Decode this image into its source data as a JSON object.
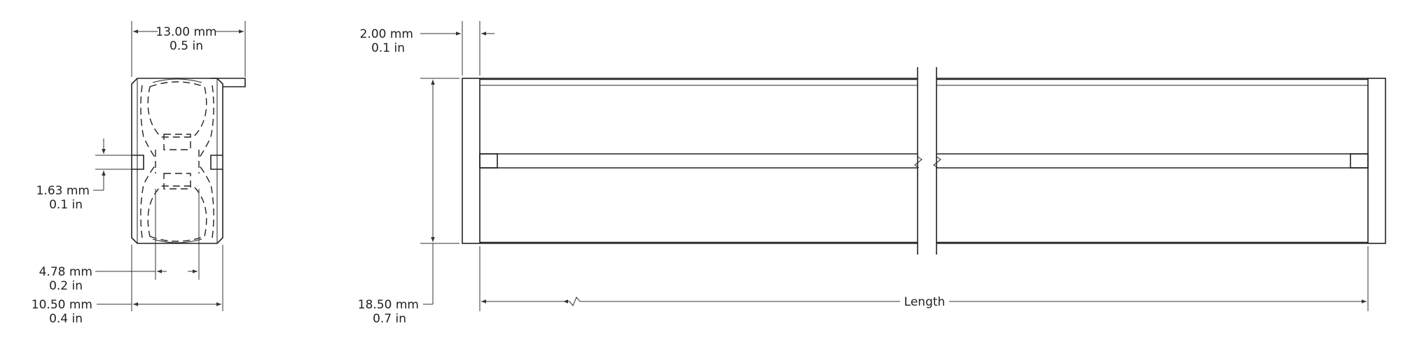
{
  "dimensions": {
    "width_top": {
      "mm": "13.00 mm",
      "in": "0.5 in"
    },
    "wall": {
      "mm": "2.00 mm",
      "in": "0.1 in"
    },
    "slot": {
      "mm": "1.63 mm",
      "in": "0.1 in"
    },
    "inner_gap": {
      "mm": "4.78 mm",
      "in": "0.2 in"
    },
    "width_bottom": {
      "mm": "10.50 mm",
      "in": "0.4 in"
    },
    "height": {
      "mm": "18.50 mm",
      "in": "0.7 in"
    },
    "length_label": "Length"
  }
}
